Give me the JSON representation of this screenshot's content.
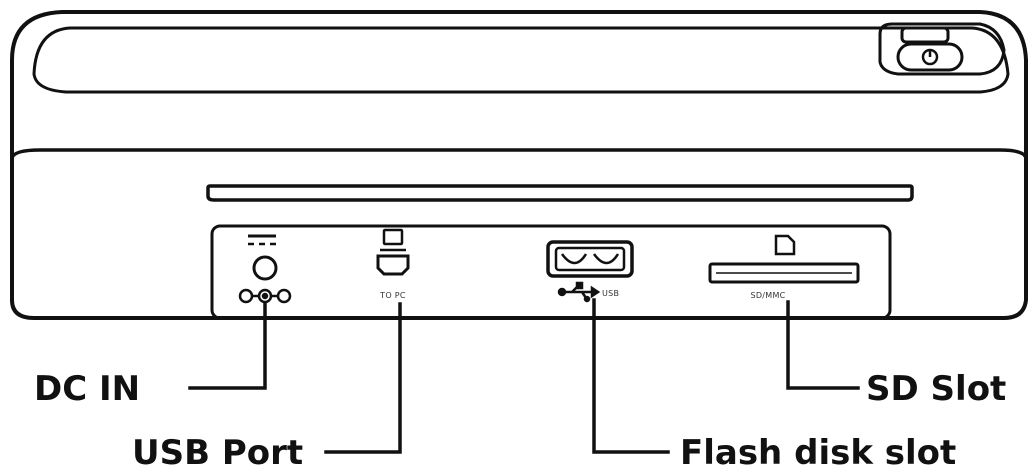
{
  "diagram": {
    "colors": {
      "stroke": "#111111",
      "background": "#ffffff"
    },
    "port_labels": {
      "to_pc": "TO PC",
      "usb": "USB",
      "sd_mmc": "SD/MMC"
    },
    "callouts": {
      "dc_in": "DC IN",
      "usb_port": "USB Port",
      "flash_disk_slot": "Flash disk slot",
      "sd_slot": "SD Slot"
    },
    "icons": [
      "dc-power-icon",
      "polarity-icon",
      "usb-symbol-icon",
      "sd-card-icon",
      "power-button-icon"
    ]
  }
}
